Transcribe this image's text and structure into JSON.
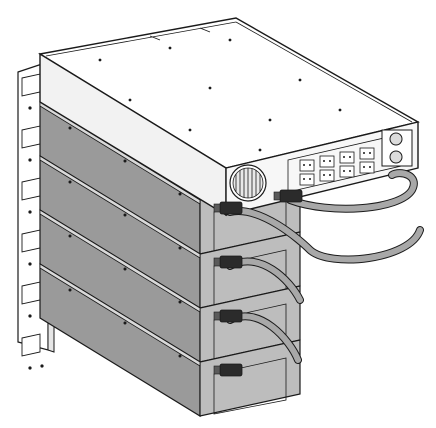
{
  "figure": {
    "subject": "stacked-ups-with-battery-modules",
    "module_count": 4,
    "cable_count": 4,
    "colors": {
      "line": "#1a1a1a",
      "top_panel": "#ffffff",
      "side_panel": "#f2f2f2",
      "front_panel": "#f7f7f7",
      "module_side": "#9a9a9a",
      "module_front": "#bdbdbd",
      "rack_ear": "#ffffff",
      "cable": "#a8a8a8",
      "connector": "#2b2b2b"
    }
  }
}
